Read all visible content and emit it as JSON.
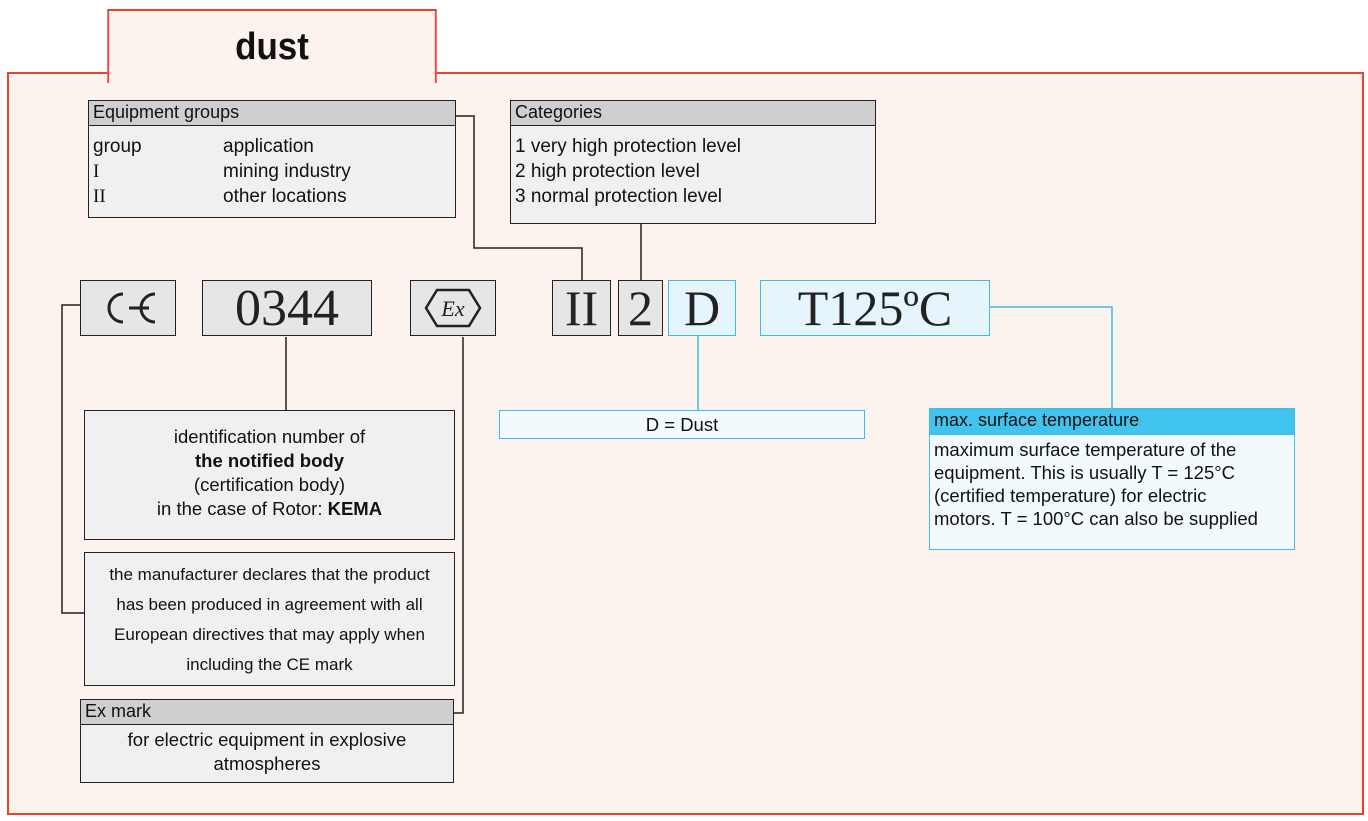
{
  "title": "dust",
  "equipment_groups": {
    "header": "Equipment groups",
    "columns": [
      "group",
      "application"
    ],
    "rows": [
      [
        "I",
        "mining industry"
      ],
      [
        "II",
        "other locations"
      ]
    ]
  },
  "categories": {
    "header": "Categories",
    "items": [
      "1 very high protection level",
      "2 high protection level",
      "3 normal protection level"
    ]
  },
  "marks": {
    "ce": "CE",
    "number": "0344",
    "ex": "Ex",
    "group": "II",
    "category": "2",
    "dust": "D",
    "temperature": "T125ºC"
  },
  "dust_label": "D = Dust",
  "notified_body": {
    "line1": "identification number of",
    "line2": "the notified body",
    "line3": "(certification body)",
    "line4_prefix": "in the case of Rotor: ",
    "line4_bold": "KEMA"
  },
  "ce_declaration": [
    "the manufacturer declares that the product",
    "has been produced in agreement with all",
    "European directives that may apply when",
    "including the CE mark"
  ],
  "ex_mark": {
    "header": "Ex mark",
    "lines": [
      "for electric equipment in explosive",
      "atmospheres"
    ]
  },
  "surface_temp": {
    "header": "max. surface temperature",
    "lines": [
      "maximum surface temperature of the",
      "equipment. This is usually T = 125°C",
      "(certified temperature) for electric",
      "motors. T = 100°C can also be supplied"
    ]
  },
  "colors": {
    "frame": "#e8432c",
    "background": "#fcf2ee",
    "blue": "#3cbce6",
    "blue_header": "#40c4ee",
    "gray_header": "#cfcfcf"
  }
}
